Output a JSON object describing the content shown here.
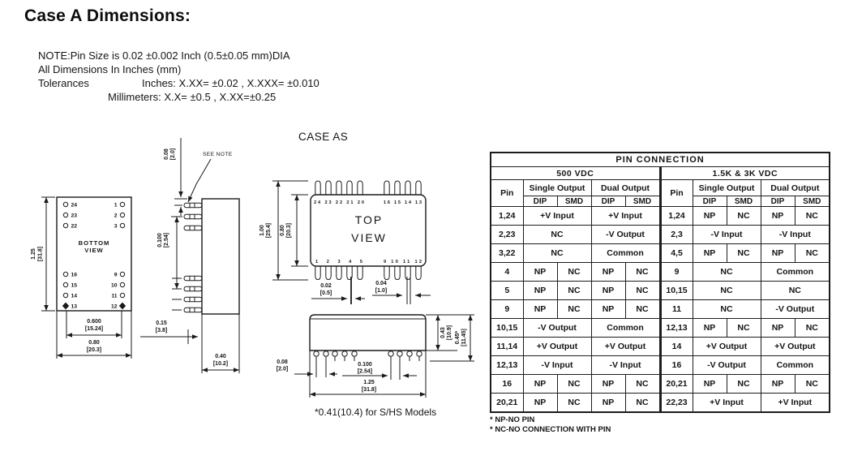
{
  "colors": {
    "ink": "#1a1a1a",
    "paper": "#ffffff"
  },
  "header": {
    "title": "Case A Dimensions:",
    "note1": "NOTE:Pin Size is 0.02 ±0.002 Inch (0.5±0.05 mm)DIA",
    "note2": "All Dimensions In Inches (mm)",
    "tol_label": "Tolerances",
    "tol_inches": "Inches: X.XX= ±0.02 , X.XXX= ±0.010",
    "tol_mm": "Millimeters: X.X= ±0.5 , X.XX=±0.25"
  },
  "drawings": {
    "case_label": "CASE AS",
    "see_note": "SEE NOTE",
    "bottom_view": {
      "title1": "BOTTOM",
      "title2": "VIEW",
      "pins_left_top": [
        "24",
        "23",
        "22"
      ],
      "pins_right_top": [
        "1",
        "2",
        "3"
      ],
      "pins_left_bottom": [
        "16",
        "15",
        "14",
        "13"
      ],
      "pins_right_bottom": [
        "9",
        "10",
        "11",
        "12"
      ],
      "dim_height_in": "1.25",
      "dim_height_mm": "[31.8]",
      "dim_pinspan_in": "0.600",
      "dim_pinspan_mm": "[15.24]",
      "dim_width_in": "0.80",
      "dim_width_mm": "[20.3]"
    },
    "side_view": {
      "dim_top_in": "0.08",
      "dim_top_mm": "[2.0]",
      "dim_pitch_in": "0.100",
      "dim_pitch_mm": "[2.54]",
      "dim_standoff_in": "0.15",
      "dim_standoff_mm": "[3.8]",
      "dim_depth_in": "0.40",
      "dim_depth_mm": "[10.2]"
    },
    "top_view": {
      "title1": "TOP",
      "title2": "VIEW",
      "pins_top_left": "24 23 22 21 20",
      "pins_top_right": "16 15 14 13",
      "pins_bottom_left": "1 2 3 4 5",
      "pins_bottom_right": "9 10 11 12",
      "dim_height_in": "1.00",
      "dim_height_mm": "[25.4]",
      "dim_inner_in": "0.80",
      "dim_inner_mm": "[20.3]",
      "dim_pin_w_in": "0.02",
      "dim_pin_w_mm": "[0.5]",
      "dim_pin_w2_in": "0.04",
      "dim_pin_w2_mm": "[1.0]"
    },
    "front_view": {
      "dim_edge_in": "0.08",
      "dim_edge_mm": "[2.0]",
      "dim_pitch_in": "0.100",
      "dim_pitch_mm": "[2.54]",
      "dim_width_in": "1.25",
      "dim_width_mm": "[31.8]",
      "dim_h1_in": "0.43",
      "dim_h1_mm": "[10.9]",
      "dim_h2_in": "0.45*",
      "dim_h2_mm": "[11.45]",
      "models_note": "*0.41(10.4) for S/HS Models"
    }
  },
  "pin_table": {
    "title": "PIN CONNECTION",
    "group_left": "500 VDC",
    "group_right": "1.5K & 3K VDC",
    "col_pin": "Pin",
    "col_single": "Single Output",
    "col_dual": "Dual  Output",
    "col_dip": "DIP",
    "col_smd": "SMD",
    "rows": [
      {
        "l": {
          "pin": "1,24",
          "single": "+V Input",
          "dual": "+V Input"
        },
        "r": {
          "pin": "1,24",
          "single": [
            "NP",
            "NC"
          ],
          "dual": [
            "NP",
            "NC"
          ]
        }
      },
      {
        "l": {
          "pin": "2,23",
          "single": "NC",
          "dual": "-V Output"
        },
        "r": {
          "pin": "2,3",
          "single": "-V Input",
          "dual": "-V Input"
        }
      },
      {
        "l": {
          "pin": "3,22",
          "single": "NC",
          "dual": "Common"
        },
        "r": {
          "pin": "4,5",
          "single": [
            "NP",
            "NC"
          ],
          "dual": [
            "NP",
            "NC"
          ]
        }
      },
      {
        "l": {
          "pin": "4",
          "single": [
            "NP",
            "NC"
          ],
          "dual": [
            "NP",
            "NC"
          ]
        },
        "r": {
          "pin": "9",
          "single": "NC",
          "dual": "Common"
        }
      },
      {
        "l": {
          "pin": "5",
          "single": [
            "NP",
            "NC"
          ],
          "dual": [
            "NP",
            "NC"
          ]
        },
        "r": {
          "pin": "10,15",
          "single": "NC",
          "dual": "NC"
        }
      },
      {
        "l": {
          "pin": "9",
          "single": [
            "NP",
            "NC"
          ],
          "dual": [
            "NP",
            "NC"
          ]
        },
        "r": {
          "pin": "11",
          "single": "NC",
          "dual": "-V Output"
        }
      },
      {
        "l": {
          "pin": "10,15",
          "single": "-V Output",
          "dual": "Common"
        },
        "r": {
          "pin": "12,13",
          "single": [
            "NP",
            "NC"
          ],
          "dual": [
            "NP",
            "NC"
          ]
        }
      },
      {
        "l": {
          "pin": "11,14",
          "single": "+V Output",
          "dual": "+V Output"
        },
        "r": {
          "pin": "14",
          "single": "+V Output",
          "dual": "+V Output"
        }
      },
      {
        "l": {
          "pin": "12,13",
          "single": "-V Input",
          "dual": "-V Input"
        },
        "r": {
          "pin": "16",
          "single": "-V Output",
          "dual": "Common"
        }
      },
      {
        "l": {
          "pin": "16",
          "single": [
            "NP",
            "NC"
          ],
          "dual": [
            "NP",
            "NC"
          ]
        },
        "r": {
          "pin": "20,21",
          "single": [
            "NP",
            "NC"
          ],
          "dual": [
            "NP",
            "NC"
          ]
        }
      },
      {
        "l": {
          "pin": "20,21",
          "single": [
            "NP",
            "NC"
          ],
          "dual": [
            "NP",
            "NC"
          ]
        },
        "r": {
          "pin": "22,23",
          "single": "+V Input",
          "dual": "+V Input"
        }
      }
    ],
    "footnote1": "* NP-NO PIN",
    "footnote2": "* NC-NO CONNECTION WITH PIN"
  }
}
